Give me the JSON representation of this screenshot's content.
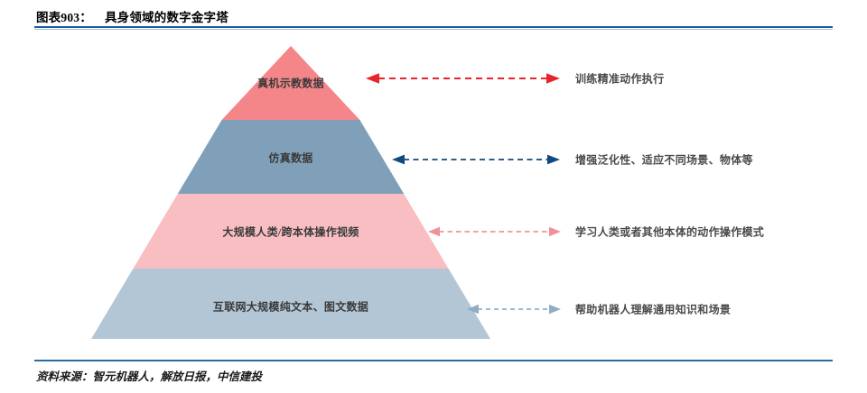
{
  "header": {
    "figure_number": "图表903：",
    "title": "具身领域的数字金字塔"
  },
  "chart_data": {
    "type": "pyramid",
    "title": "具身领域的数字金字塔",
    "orientation": "apex-top",
    "tiers": [
      {
        "index": 1,
        "label": "真机示教数据",
        "color": "#F4868A",
        "purpose": "训练精准动作执行",
        "arrow_color": "#E8242A",
        "arrow_length": 215
      },
      {
        "index": 2,
        "label": "仿真数据",
        "color": "#7FA0B8",
        "purpose": "增强泛化性、适应不同场景、物体等",
        "arrow_color": "#10497F",
        "arrow_length": 186
      },
      {
        "index": 3,
        "label": "大规模人类/跨本体操作视频",
        "color": "#F9BEC2",
        "purpose": "学习人类或者其他本体的动作操作模式",
        "arrow_color": "#F2909A",
        "arrow_length": 147
      },
      {
        "index": 4,
        "label": "互联网大规模纯文本、图文数据",
        "color": "#B3C6D5",
        "purpose": "帮助机器人理解通用知识和场景",
        "arrow_color": "#8FAEC6",
        "arrow_length": 104
      }
    ]
  },
  "footer": {
    "source": "资料来源：智元机器人，解放日报，中信建投"
  },
  "colors": {
    "rule_dark_blue": "#1F5C99",
    "rule_light_blue": "#9FC0DE",
    "rule_bottom": "#2B6CA3",
    "text_dark": "#3A3A3A",
    "background": "#FFFFFF"
  }
}
